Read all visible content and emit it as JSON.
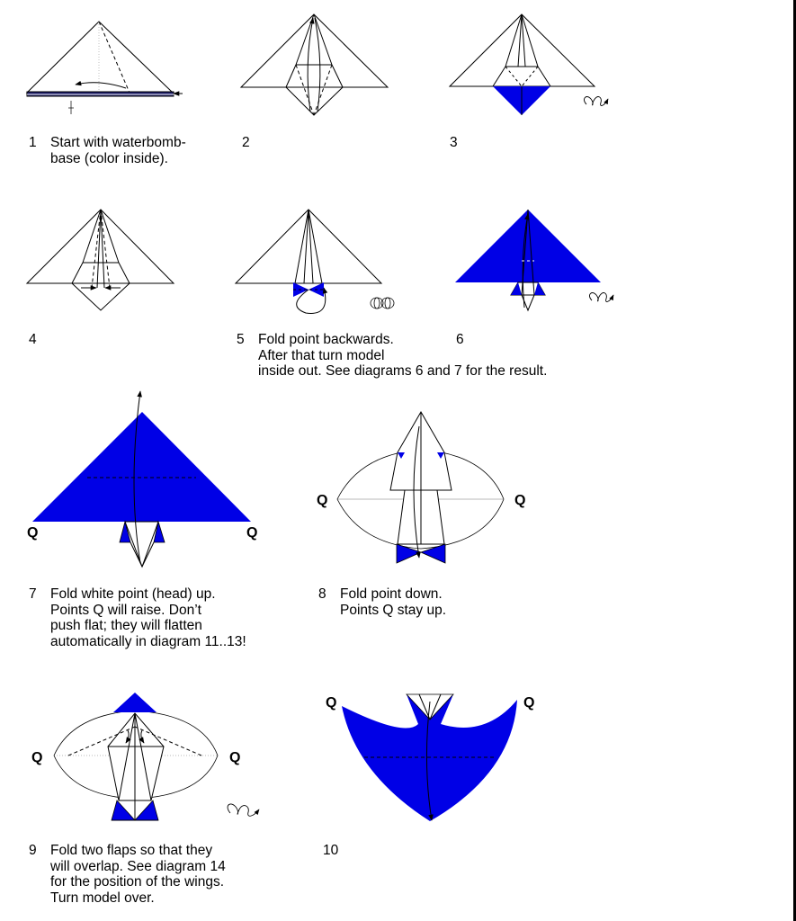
{
  "colors": {
    "paper_color": "#0000e6",
    "line": "#000000",
    "background": "#ffffff"
  },
  "steps": [
    {
      "number": "1",
      "lines": [
        "Start with waterbomb-",
        "base (color inside)."
      ]
    },
    {
      "number": "2",
      "lines": []
    },
    {
      "number": "3",
      "lines": []
    },
    {
      "number": "4",
      "lines": []
    },
    {
      "number": "5",
      "lines": [
        "Fold point backwards.",
        "After that turn model",
        "inside out. See diagrams 6 and 7 for the result."
      ]
    },
    {
      "number": "6",
      "lines": []
    },
    {
      "number": "7",
      "lines": [
        "Fold white point (head) up.",
        "Points Q will raise. Don’t",
        "push flat; they will flatten",
        "automatically in diagram 11..13!"
      ]
    },
    {
      "number": "8",
      "lines": [
        "Fold point down.",
        "Points Q stay up."
      ]
    },
    {
      "number": "9",
      "lines": [
        "Fold two flaps so that they",
        "will overlap. See diagram 14",
        "for the position of the wings.",
        "Turn model over."
      ]
    },
    {
      "number": "10",
      "lines": []
    }
  ],
  "point_label": "Q",
  "icons": [
    "turn-over-icon",
    "inside-out-icon",
    "fold-arrow-icon"
  ]
}
